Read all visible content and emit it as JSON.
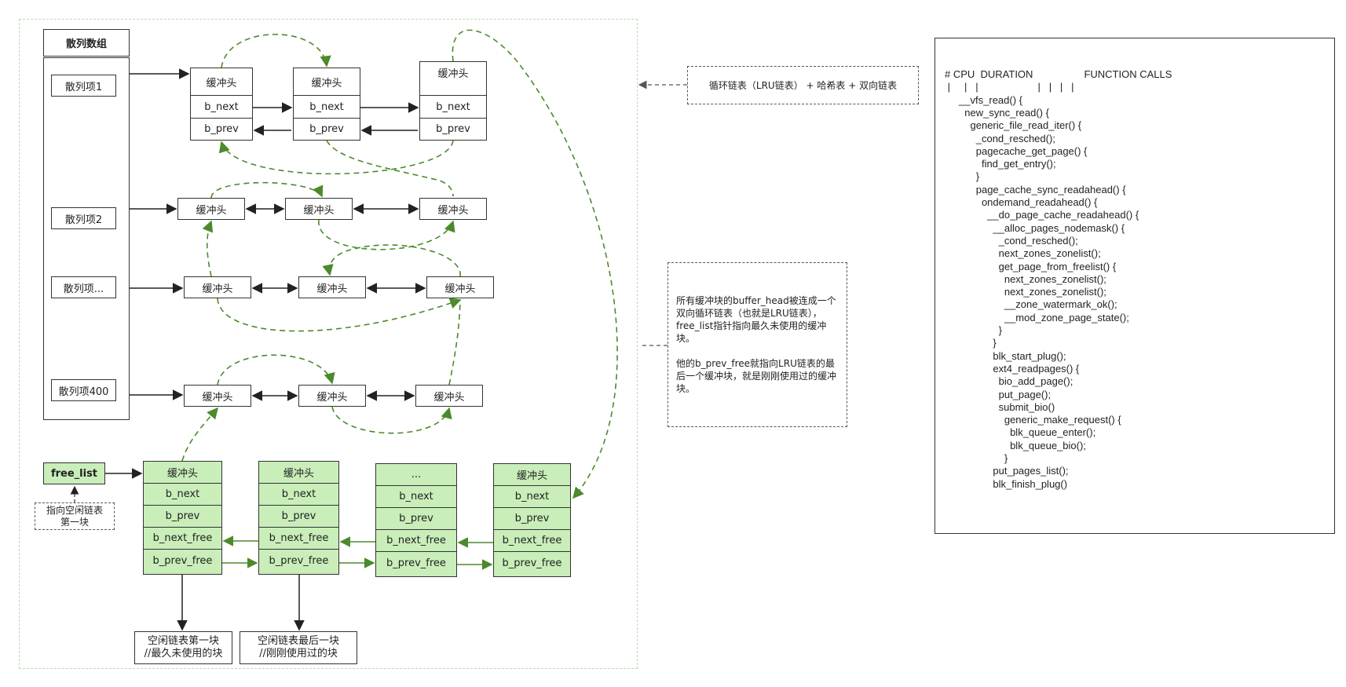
{
  "hash_table": {
    "title": "散列数组",
    "items": [
      "散列项1",
      "散列项2",
      "散列项...",
      "散列项400"
    ]
  },
  "buffer": {
    "head": "缓冲头",
    "b_next": "b_next",
    "b_prev": "b_prev",
    "b_next_free": "b_next_free",
    "b_prev_free": "b_prev_free",
    "ellipsis": "..."
  },
  "free_list": {
    "label": "free_list",
    "pointer_note": "指向空闲链表\n第一块"
  },
  "free_targets": {
    "first": "空闲链表第一块\n//最久未使用的块",
    "last": "空闲链表最后一块\n//刚刚使用过的块"
  },
  "legend": {
    "lru_note": "循环链表（LRU链表） + 哈希表 + 双向链表"
  },
  "description": {
    "para1": "所有缓冲块的buffer_head被连成一个双向循环链表（也就是LRU链表），free_list指针指向最久未使用的缓冲块。",
    "para2": "他的b_prev_free就指向LRU链表的最后一个缓冲块，就是刚刚使用过的缓冲块。"
  },
  "trace": {
    "lines": [
      "# CPU  DURATION                  FUNCTION CALLS",
      " |     |   |                     |   |   |   |",
      "     __vfs_read() {",
      "       new_sync_read() {",
      "         generic_file_read_iter() {",
      "           _cond_resched();",
      "           pagecache_get_page() {",
      "             find_get_entry();",
      "           }",
      "           page_cache_sync_readahead() {",
      "             ondemand_readahead() {",
      "               __do_page_cache_readahead() {",
      "                 __alloc_pages_nodemask() {",
      "                   _cond_resched();",
      "                   next_zones_zonelist();",
      "                   get_page_from_freelist() {",
      "                     next_zones_zonelist();",
      "                     next_zones_zonelist();",
      "                     __zone_watermark_ok();",
      "                     __mod_zone_page_state();",
      "                   }",
      "                 }",
      "                 blk_start_plug();",
      "                 ext4_readpages() {",
      "                   bio_add_page();",
      "                   put_page();",
      "                   submit_bio()",
      "                     generic_make_request() {",
      "                       blk_queue_enter();",
      "                       blk_queue_bio();",
      "                     }",
      "                 put_pages_list();",
      "                 blk_finish_plug()"
    ]
  },
  "colors": {
    "green_fill": "#c9eeb9",
    "green_line": "#4c8a2b",
    "dashed_border": "#b8dcb0"
  }
}
